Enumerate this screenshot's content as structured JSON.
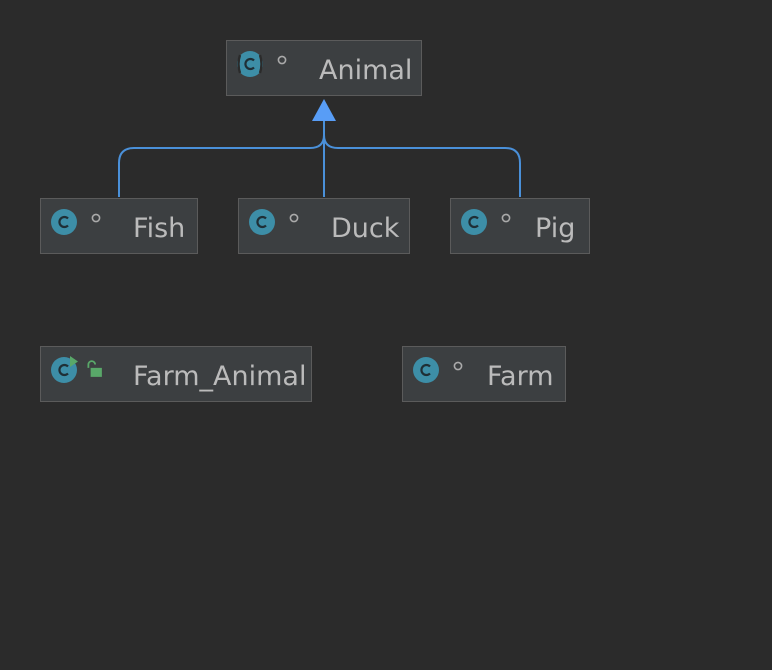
{
  "diagram": {
    "nodes": {
      "animal": {
        "label": "Animal",
        "kind": "abstract-class",
        "visibility": "package-private"
      },
      "fish": {
        "label": "Fish",
        "kind": "class",
        "visibility": "package-private"
      },
      "duck": {
        "label": "Duck",
        "kind": "class",
        "visibility": "package-private"
      },
      "pig": {
        "label": "Pig",
        "kind": "class",
        "visibility": "package-private"
      },
      "farm_animal": {
        "label": "Farm_Animal",
        "kind": "runnable-class",
        "visibility": "public"
      },
      "farm": {
        "label": "Farm",
        "kind": "class",
        "visibility": "package-private"
      }
    },
    "edges": [
      {
        "from": "fish",
        "to": "animal",
        "type": "extends"
      },
      {
        "from": "duck",
        "to": "animal",
        "type": "extends"
      },
      {
        "from": "pig",
        "to": "animal",
        "type": "extends"
      }
    ]
  },
  "icons": {
    "class": "class-c-icon",
    "abstract_class": "abstract-class-c-icon",
    "runnable_class": "runnable-class-c-icon",
    "package_private": "package-private-circle-icon",
    "public": "public-unlock-icon"
  },
  "colors": {
    "background": "#2b2b2b",
    "node_fill": "#3c3f41",
    "node_border": "#5b5b5b",
    "label_text": "#bbbbbb",
    "class_icon": "#3d8ea7",
    "inheritance_edge": "#4a90d9",
    "inheritance_arrow": "#589df6",
    "run_badge": "#59a869",
    "visibility_icon": "#aaaaaa"
  }
}
